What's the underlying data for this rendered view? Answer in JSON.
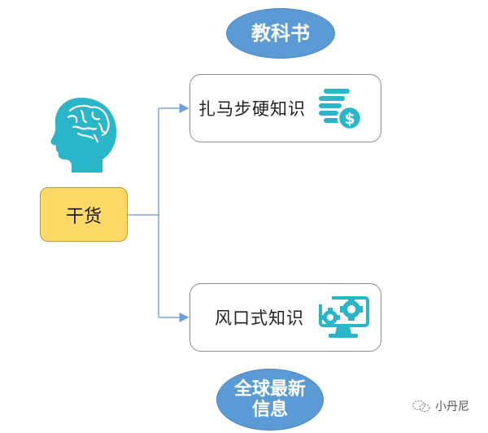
{
  "diagram": {
    "root": {
      "label": "干货",
      "fill": "#ffd966",
      "icon": "head-brain-icon"
    },
    "branches": [
      {
        "label": "扎马步硬知识",
        "icon": "coins-dollar-icon",
        "tag": "教科书"
      },
      {
        "label": "风口式知识",
        "icon": "monitor-gears-icon",
        "tag": "全球最新信息"
      }
    ],
    "tags": {
      "top": {
        "line1": "教科书"
      },
      "bottom": {
        "line1": "全球最新",
        "line2": "信息"
      }
    },
    "colors": {
      "ellipse": "#5b9bd5",
      "icon": "#2bb5c8",
      "connector": "#6f9fd8",
      "root_fill": "#ffd966"
    }
  },
  "watermark": {
    "label": "小丹尼",
    "icon": "wechat-icon"
  }
}
